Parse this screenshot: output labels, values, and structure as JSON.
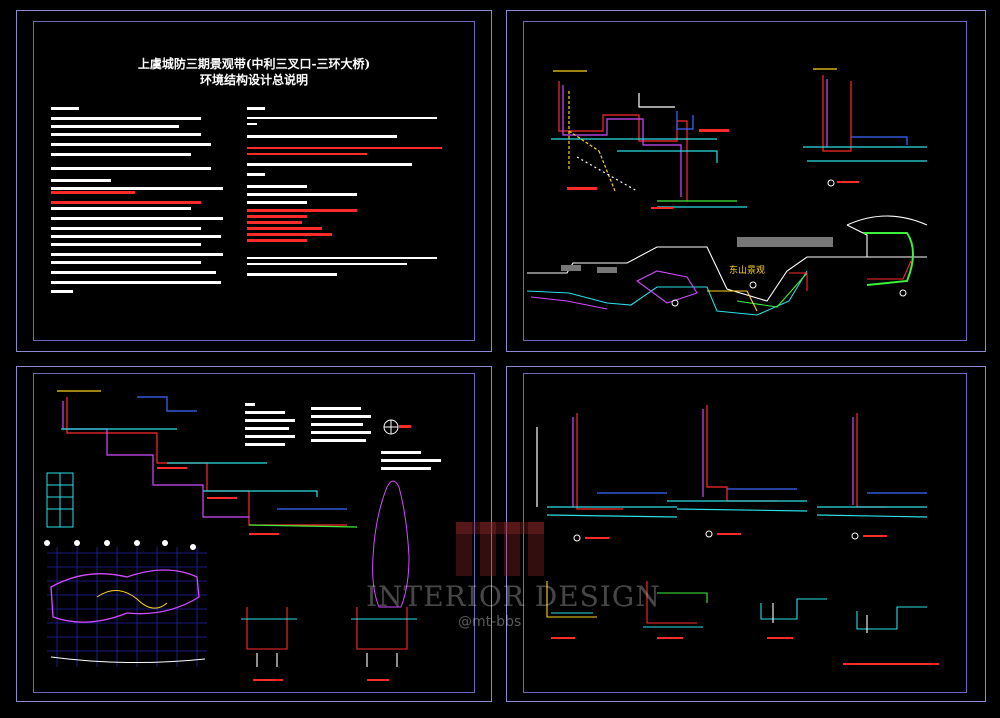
{
  "sheet1": {
    "title_line1": "上虞城防三期景观带(中利三叉口-三环大桥)",
    "title_line2": "环境结构设计总说明"
  },
  "sheet2": {
    "plan_label": "东山景观"
  },
  "watermark": {
    "brand": "INTERIOR DESIGN",
    "handle": "@mt-bbs"
  },
  "colors": {
    "background": "#000000",
    "frame": "#8a8ad0",
    "red": "#ff2a2a",
    "cyan": "#29e0e6",
    "yellow": "#ffd21f",
    "magenta": "#d14cff",
    "green": "#3cf03c",
    "blue": "#3b6bff",
    "white": "#ffffff"
  }
}
